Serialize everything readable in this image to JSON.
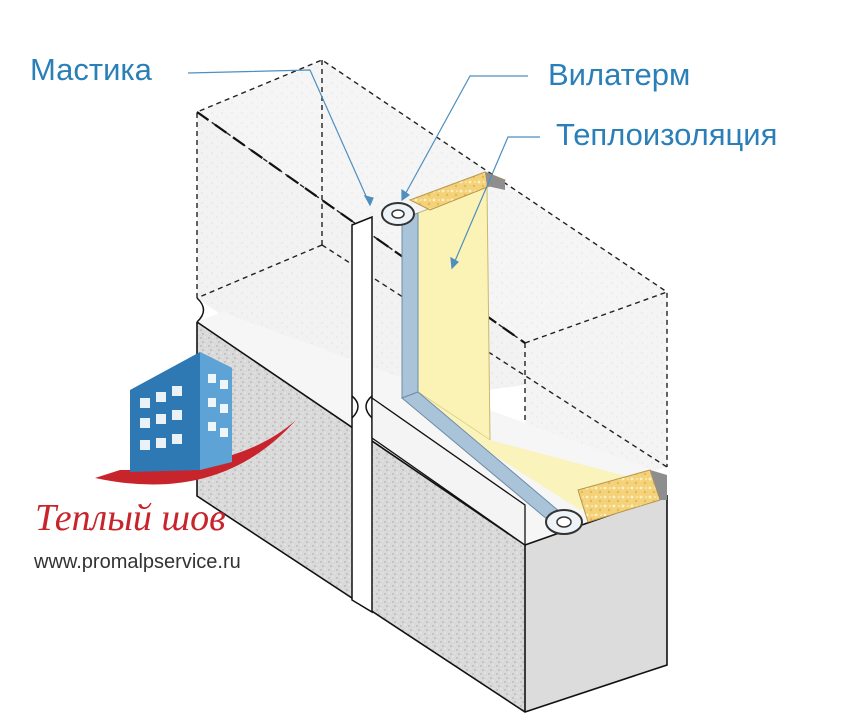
{
  "labels": {
    "mastika": "Мастика",
    "vilaterm": "Вилатерм",
    "insulation": "Теплоизоляция"
  },
  "logo": {
    "name": "Теплый шов",
    "url": "www.promalpservice.ru"
  },
  "colors": {
    "label_text": "#2a7fb8",
    "leader_line": "#4f8fbf",
    "brand_red": "#c8242c",
    "url_text": "#333333",
    "wall_light": "#efefef",
    "block_gray": "#d6d6d6",
    "insulation": "#fbf3b6",
    "foam": "#f4d27a",
    "vilaterm_cord": "#a9c3d8",
    "building_blue": "#2e78b4"
  }
}
